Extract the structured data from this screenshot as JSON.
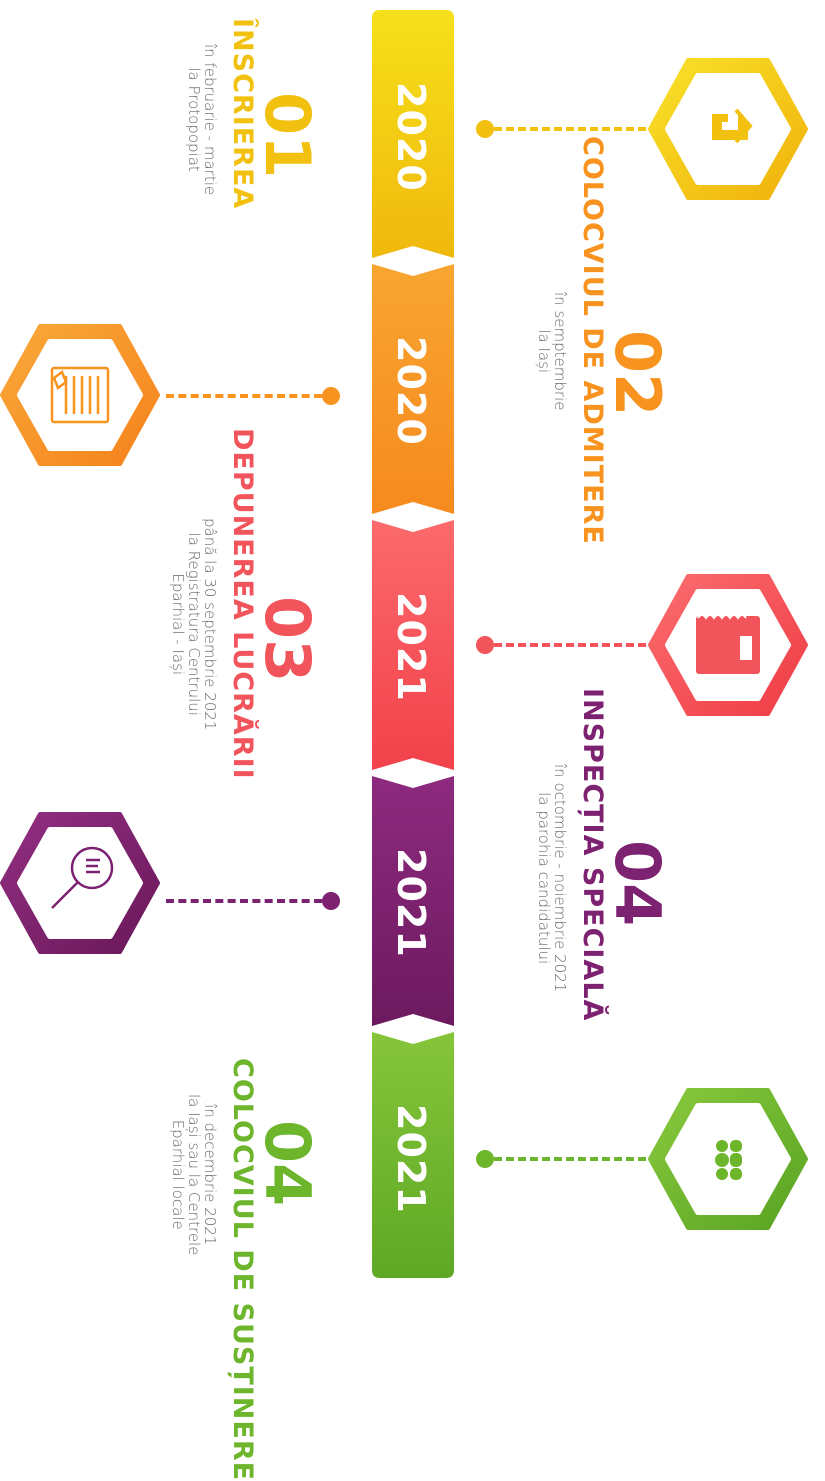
{
  "colors": {
    "yellow": "#f2c10f",
    "orange": "#f7931e",
    "red": "#f2545b",
    "purple": "#7d2271",
    "green": "#6db52b"
  },
  "years": [
    "2020",
    "2020",
    "2021",
    "2021",
    "2021"
  ],
  "steps": [
    {
      "num": "01",
      "title": "ÎNSCRIEREA",
      "desc1": "în februarie - martie",
      "desc2": "la Protopopiat",
      "desc3": "",
      "icon": "house-upload-icon"
    },
    {
      "num": "02",
      "title": "COLOCVIUL DE ADMITERE",
      "desc1": "în semptembrie",
      "desc2": "la Iași",
      "desc3": "",
      "icon": "document-pencil-icon"
    },
    {
      "num": "03",
      "title": "DEPUNEREA LUCRĂRII",
      "desc1": "până la 30 septembrie 2021",
      "desc2": "la Registratura Centrului",
      "desc3": "Eparhial - Iași",
      "icon": "notebook-icon"
    },
    {
      "num": "04",
      "title": "INSPECȚIA SPECIALĂ",
      "desc1": "în octombrie - noiembrie 2021",
      "desc2": "la parohia candidatului",
      "desc3": "",
      "icon": "magnifier-document-icon"
    },
    {
      "num": "04",
      "title": "COLOCVIUL DE SUSȚINERE",
      "desc1": "în decembrie 2021",
      "desc2": "la Iași sau la Centrele",
      "desc3": "Eparhial locale",
      "icon": "group-people-icon"
    }
  ]
}
